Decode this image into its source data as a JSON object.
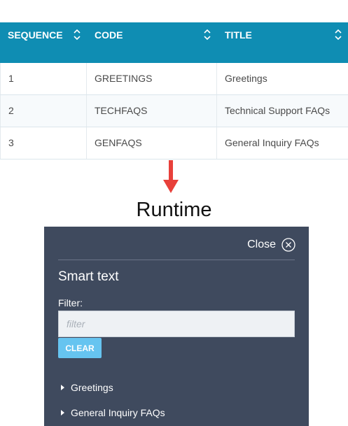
{
  "table": {
    "columns": [
      "SEQUENCE",
      "CODE",
      "TITLE"
    ],
    "rows": [
      {
        "sequence": "1",
        "code": "GREETINGS",
        "title": "Greetings"
      },
      {
        "sequence": "2",
        "code": "TECHFAQS",
        "title": "Technical Support FAQs"
      },
      {
        "sequence": "3",
        "code": "GENFAQS",
        "title": "General Inquiry FAQs"
      }
    ],
    "header_color": "#0f8db3"
  },
  "caption": "Runtime",
  "arrow_color": "#e8403a",
  "panel": {
    "close_label": "Close",
    "title": "Smart text",
    "filter_label": "Filter:",
    "filter_placeholder": "filter",
    "filter_value": "",
    "clear_label": "CLEAR",
    "items": [
      "Greetings",
      "General Inquiry FAQs"
    ],
    "background": "#3f4a5e",
    "clear_color": "#66c4f0",
    "icons": {
      "close": "circle-x-icon",
      "item": "caret-right-icon"
    }
  }
}
